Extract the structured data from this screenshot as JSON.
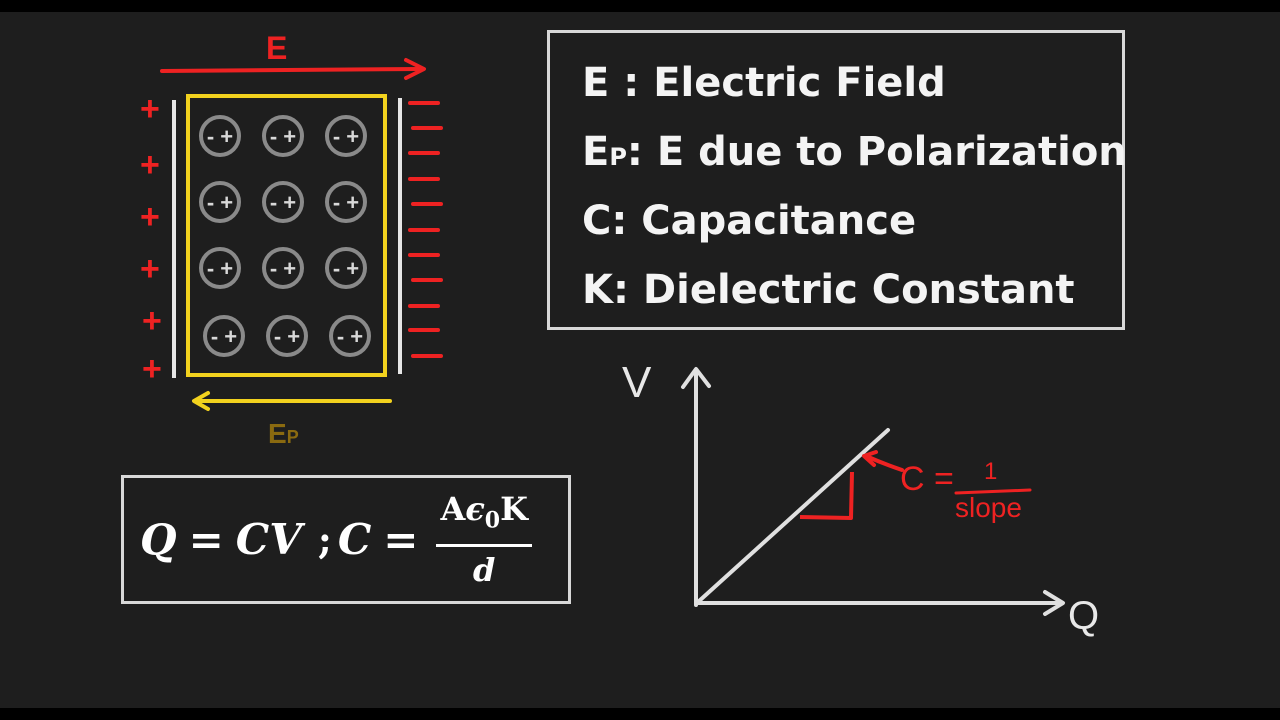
{
  "diagram": {
    "field_label": "E",
    "polarization_label": {
      "main": "E",
      "sub": "P"
    },
    "plate_charge_left": "+",
    "plate_charge_right": "−",
    "dipole_label": "- +",
    "dipole_rows": 4,
    "dipole_cols": 3
  },
  "legend": {
    "items": [
      {
        "key": "E",
        "key_sub": "",
        "sep": " : ",
        "text": "Electric Field"
      },
      {
        "key": "E",
        "key_sub": "P",
        "sep": ": ",
        "text": "E due to Polarization"
      },
      {
        "key": "C",
        "key_sub": "",
        "sep": ": ",
        "text": "Capacitance"
      },
      {
        "key": "K",
        "key_sub": "",
        "sep": ": ",
        "text": "Dielectric Constant"
      }
    ]
  },
  "formula": {
    "q": "Q",
    "eq1": "=",
    "cv": "CV",
    "semi": ";",
    "c": "C",
    "eq2": "=",
    "num_a": "A",
    "num_eps": "ϵ",
    "num_sub": "0",
    "num_k": "K",
    "den": "d"
  },
  "graph": {
    "y_label": "V",
    "x_label": "Q",
    "annotation": {
      "lhs": "C =",
      "num": "1",
      "den": "slope"
    }
  },
  "colors": {
    "background": "#1e1e1e",
    "red": "#ee2222",
    "yellow": "#f2d21e",
    "ep_label": "#8a6a10",
    "white": "#d8d8d8"
  }
}
